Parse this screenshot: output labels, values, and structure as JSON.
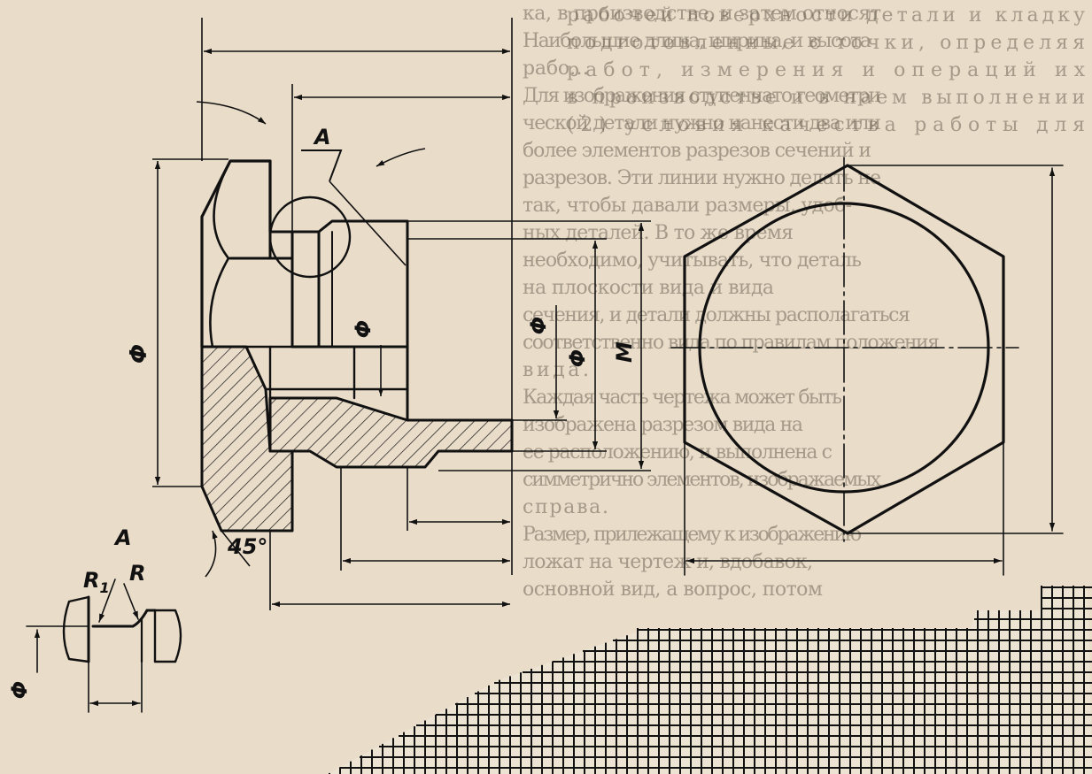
{
  "figure": {
    "kind": "engineering drawing of a hexagonal cap nut",
    "colors": {
      "paper": "#e9dcc9",
      "ink": "#111111",
      "text_behind": "#6f6556",
      "grid": "#111111"
    }
  },
  "labels": {
    "section_mark": "A",
    "detail_title": "A",
    "phi_main": "Φ",
    "phi_bore": "Φ",
    "phi_thread_inner": "Φ",
    "phi_thread_outer": "Φ",
    "thread_m": "M",
    "angle_45": "45°",
    "radius_r1": "R",
    "radius_r1_sub": "1",
    "radius_r": "R",
    "phi_detail": "Φ"
  },
  "background_text": {
    "left_column": [
      "ка, в производстве, и затем относят",
      "Наибольшие длина, ширина, и высота",
      "рабо…",
      "Для изображения ступенчато геометри",
      "ческой детали нужно нанести два или",
      "более элементов разрезов сечений и",
      "разрезов. Эти линии нужно делать не",
      "так, чтобы давали размеры, удоб-",
      "ных деталей. В то же время",
      "необходимо, учитывать, что деталь",
      "на плоскости вида и вида",
      "сечения, и детали должны располагаться",
      "соответственно вида по правилам положения",
      "вида.",
      "Каждая часть чертежа может быть",
      "изображена разрезом вида на",
      "ее расположению, и выполнена с",
      "симметрично элементов, изображаемых",
      "справа.",
      "Размер, прилежащему к изображению",
      "ложат на чертеж и, вдобавок,",
      "основной вид, а вопрос, потом"
    ],
    "right_column": [
      "рабочей поверхности детали и кладку",
      "подготовленные с точки, определяя",
      "работ, измерения и операций их",
      "в производстве и в наем выполнении",
      "(2) условия качества работы для"
    ]
  }
}
